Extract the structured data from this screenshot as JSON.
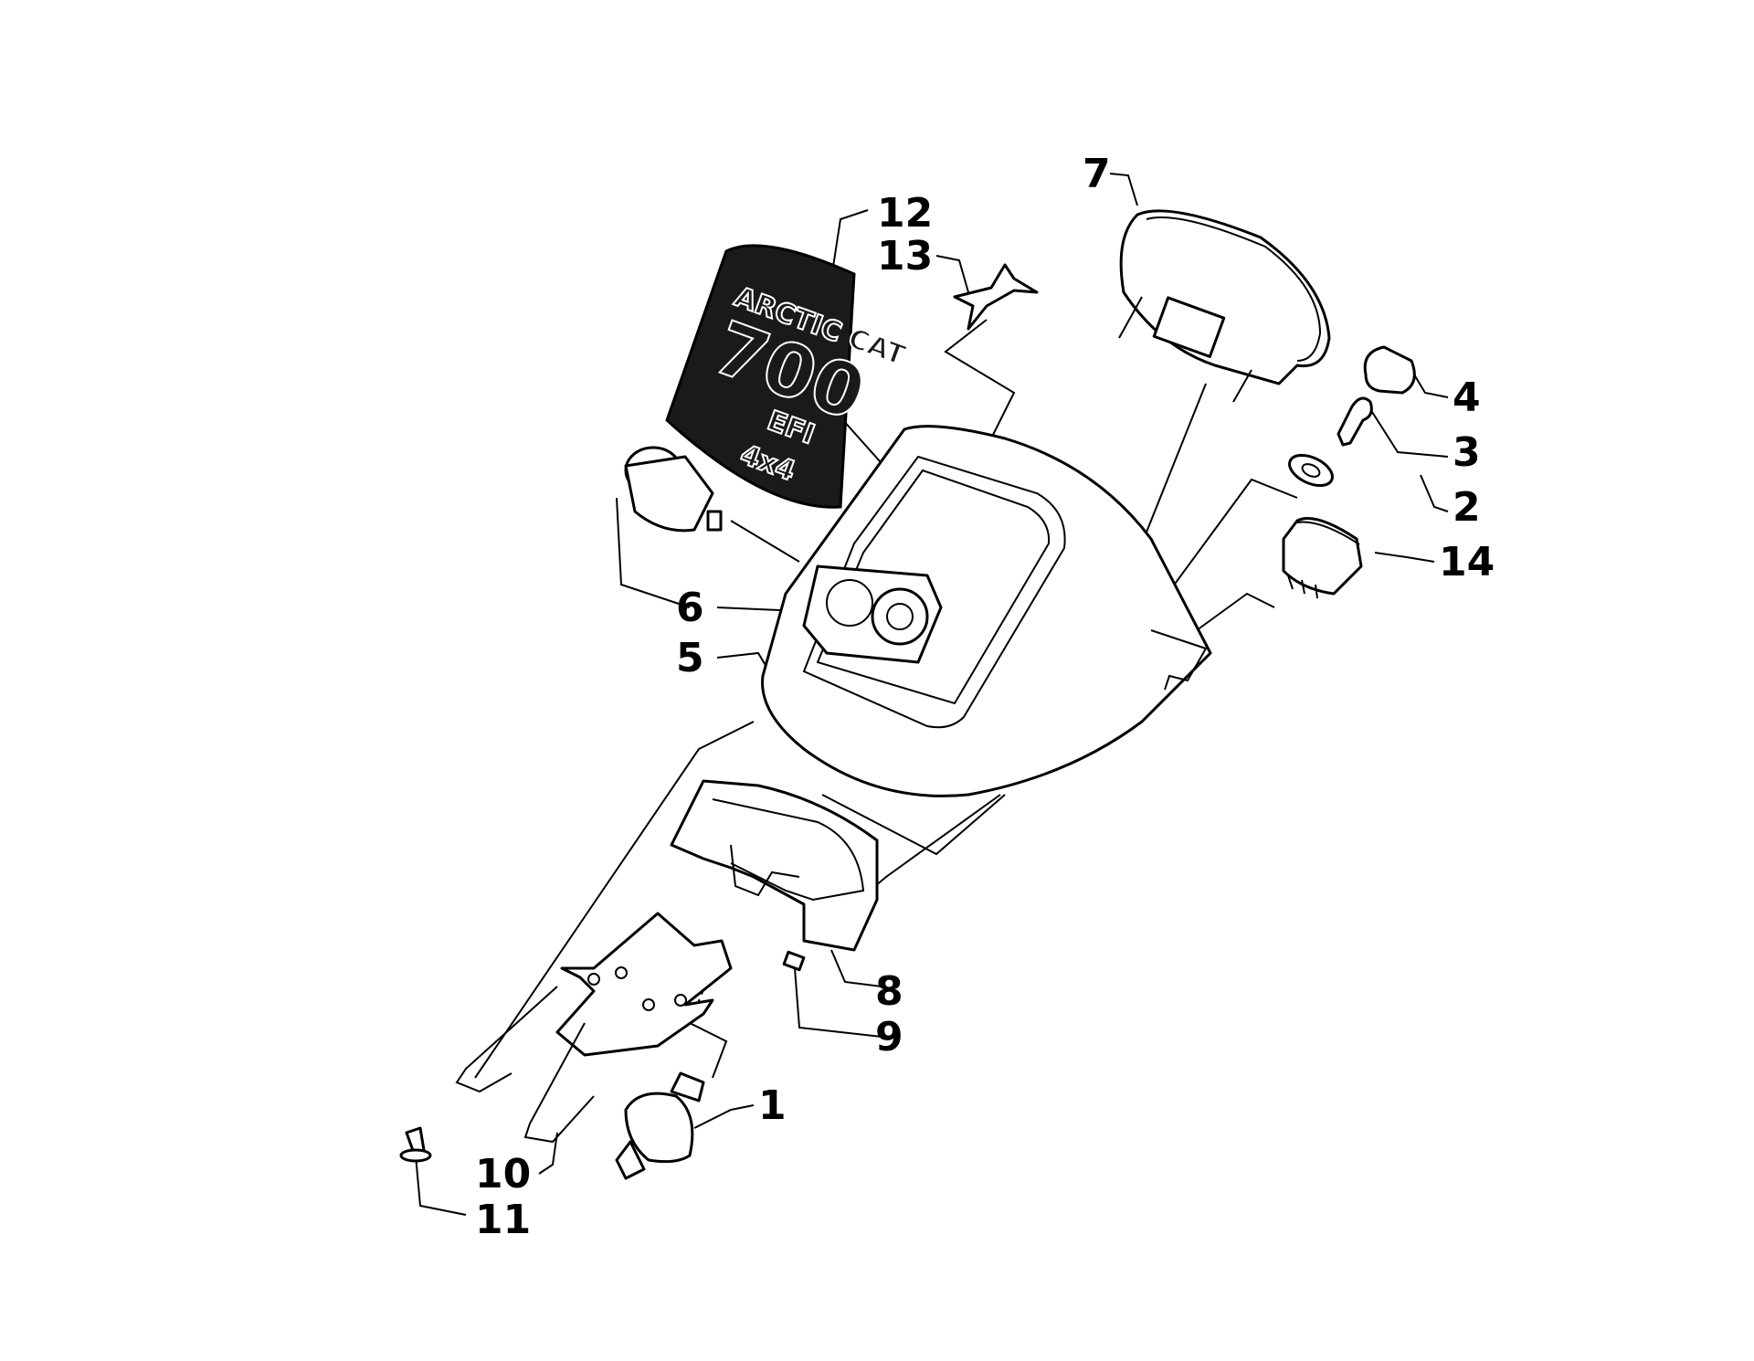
{
  "callouts": {
    "1": "1",
    "2": "2",
    "3": "3",
    "4": "4",
    "5": "5",
    "6": "6",
    "7": "7",
    "8": "8",
    "9": "9",
    "10": "10",
    "11": "11",
    "12": "12",
    "13": "13",
    "14": "14"
  },
  "decal": {
    "brand": "ARCTIC CAT",
    "model": "700",
    "suffix": "EFI",
    "drive": "4x4"
  },
  "colors": {
    "line": "#000000",
    "decal_fill": "#1a1a1a",
    "background": "#ffffff"
  }
}
